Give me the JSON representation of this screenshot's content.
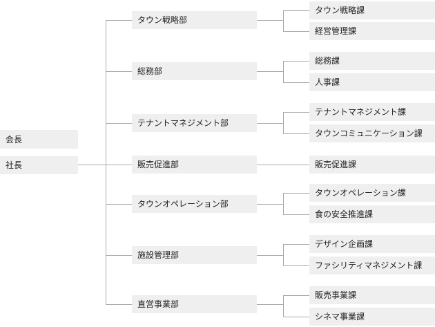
{
  "top": {
    "chairman": "会長",
    "president": "社長"
  },
  "divisions": [
    {
      "label": "タウン戦略部",
      "sections": [
        "タウン戦略課",
        "経営管理課"
      ]
    },
    {
      "label": "総務部",
      "sections": [
        "総務課",
        "人事課"
      ]
    },
    {
      "label": "テナントマネジメント部",
      "sections": [
        "テナントマネジメント課",
        "タウンコミュニケーション課"
      ]
    },
    {
      "label": "販売促進部",
      "sections": [
        "販売促進課"
      ]
    },
    {
      "label": "タウンオペレーション部",
      "sections": [
        "タウンオペレーション課",
        "食の安全推進課"
      ]
    },
    {
      "label": "施設管理部",
      "sections": [
        "デザイン企画課",
        "ファシリティマネジメント課"
      ]
    },
    {
      "label": "直営事業部",
      "sections": [
        "販売事業課",
        "シネマ事業課"
      ]
    }
  ],
  "colors": {
    "box": "#efefef",
    "line": "#a9a9a9",
    "text": "#222222"
  }
}
